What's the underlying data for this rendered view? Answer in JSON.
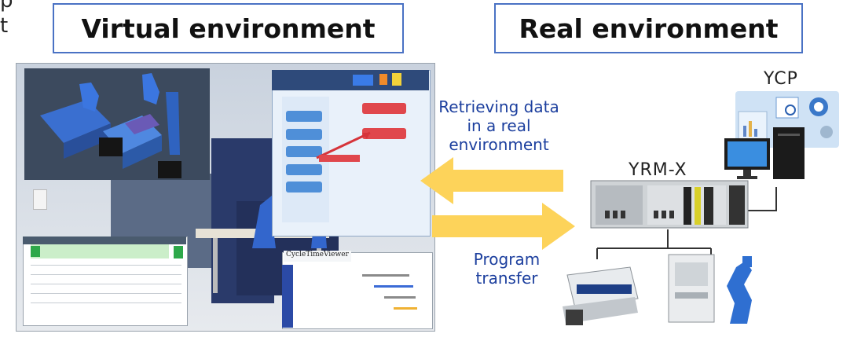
{
  "labels": {
    "edge_top": "p",
    "edge_bottom": "t",
    "virtual_environment": "Virtual environment",
    "real_environment": "Real environment",
    "retrieving_line1": "Retrieving data",
    "retrieving_line2": "in a real",
    "retrieving_line3": "environment",
    "program_line1": "Program",
    "program_line2": "transfer",
    "ycp": "YCP",
    "yrm_x": "YRM-X",
    "cycle_time_viewer": "CycleTimeViewer"
  },
  "colors": {
    "title_border": "#4a72c4",
    "arrow_fill": "#fdd35a",
    "blue_text": "#1c3f9e",
    "sim_dark_panel": "#3c4a5e"
  },
  "arrows": [
    {
      "direction": "left",
      "meaning": "retrieving"
    },
    {
      "direction": "right",
      "meaning": "program"
    }
  ]
}
